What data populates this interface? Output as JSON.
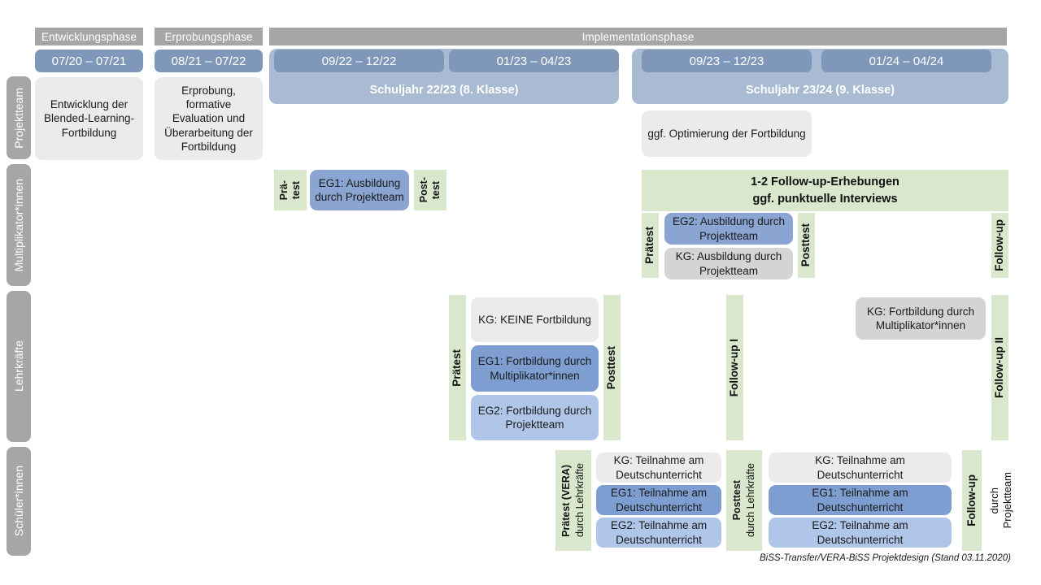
{
  "phases": [
    {
      "label": "Entwicklungsphase"
    },
    {
      "label": "Erprobungsphase"
    },
    {
      "label": "Implementationsphase"
    }
  ],
  "dates": [
    {
      "label": "07/20 – 07/21"
    },
    {
      "label": "08/21 – 07/22"
    },
    {
      "label": "09/22 – 12/22"
    },
    {
      "label": "01/23 – 04/23"
    },
    {
      "label": "09/23 – 12/23"
    },
    {
      "label": "01/24 – 04/24"
    }
  ],
  "schoolyears": [
    {
      "label": "Schuljahr 22/23 (8. Klasse)"
    },
    {
      "label": "Schuljahr 23/24 (9. Klasse)"
    }
  ],
  "rails": [
    {
      "label": "Projektteam"
    },
    {
      "label": "Multiplikator*innen"
    },
    {
      "label": "Lehrkräfte"
    },
    {
      "label": "Schüler*innen"
    }
  ],
  "projektteam": {
    "entwicklung": "Entwicklung der Blended-Learning-Fortbildung",
    "erprobung": "Erprobung, formative Evaluation und Überarbeitung der Fortbildung",
    "optimierung": "ggf. Optimierung der Fortbildung"
  },
  "multiplikatoren": {
    "praetest_1": "Prä-",
    "praetest_2": "test",
    "eg1": "EG1: Ausbildung durch Projektteam",
    "posttest_1": "Post-",
    "posttest_2": "test",
    "banner_l1": "1-2 Follow-up-Erhebungen",
    "banner_l2": "ggf. punktuelle Interviews",
    "praetest": "Prätest",
    "eg2": "EG2: Ausbildung durch Projektteam",
    "kg": "KG: Ausbildung durch Projektteam",
    "posttest": "Posttest",
    "followup": "Follow-up"
  },
  "lehrkraefte": {
    "praetest": "Prätest",
    "kg": "KG:  KEINE Fortbildung",
    "eg1": "EG1: Fortbildung durch Multiplikator*innen",
    "eg2": "EG2: Fortbildung durch Projektteam",
    "posttest": "Posttest",
    "followup1": "Follow-up I",
    "kg2": "KG: Fortbildung durch Multiplikator*innen",
    "followup2": "Follow-up II"
  },
  "schueler": {
    "praetest": "Prätest (VERA)",
    "praetest_sub": "durch Lehrkräfte",
    "kg_a": "KG: Teilnahme am Deutschunterricht",
    "eg1_a": "EG1: Teilnahme am Deutschunterricht",
    "eg2_a": "EG2: Teilnahme am Deutschunterricht",
    "posttest": "Posttest",
    "posttest_sub": "durch Lehrkräfte",
    "kg_b": "KG: Teilnahme am Deutschunterricht",
    "eg1_b": "EG1: Teilnahme am Deutschunterricht",
    "eg2_b": "EG2: Teilnahme am Deutschunterricht",
    "followup": "Follow-up",
    "followup_sub1": "durch",
    "followup_sub2": "Projektteam"
  },
  "footer": "BiSS-Transfer/VERA-BiSS Projektdesign (Stand 03.11.2020)",
  "colors": {
    "grey_header": "#a6a6a6",
    "date_blue": "#7f97b8",
    "schoolyear_blue": "#a9bad3",
    "green": "#d9e8cc",
    "card_grey": "#ebebeb",
    "card_grey_dark": "#d4d4d4",
    "eg1_blue": "#7e9ed1",
    "eg2_blue": "#b0c6e8"
  }
}
